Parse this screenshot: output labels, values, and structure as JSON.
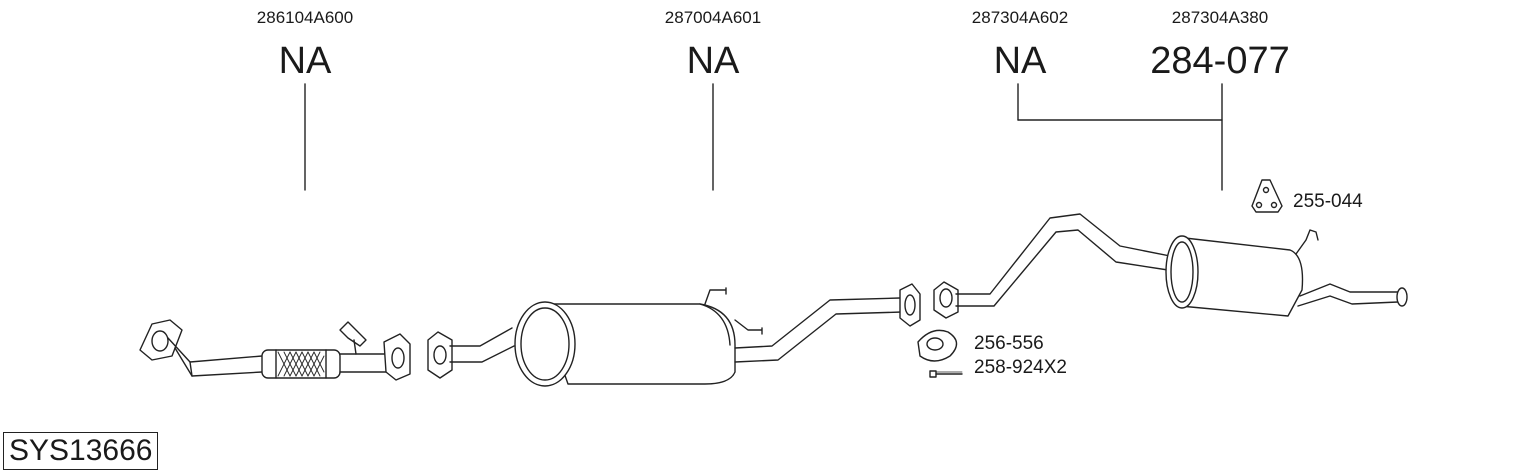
{
  "columns": [
    {
      "oem": "286104A600",
      "part": "NA"
    },
    {
      "oem": "287004A601",
      "part": "NA"
    },
    {
      "oem": "287304A602",
      "part": "NA"
    },
    {
      "oem": "287304A380",
      "part": "284-077"
    }
  ],
  "accessories": {
    "hanger": "255-044",
    "gasket": "256-556",
    "bolt": "258-924X2"
  },
  "system_id": "SYS13666",
  "colors": {
    "line": "#222222",
    "fill": "#ffffff"
  }
}
